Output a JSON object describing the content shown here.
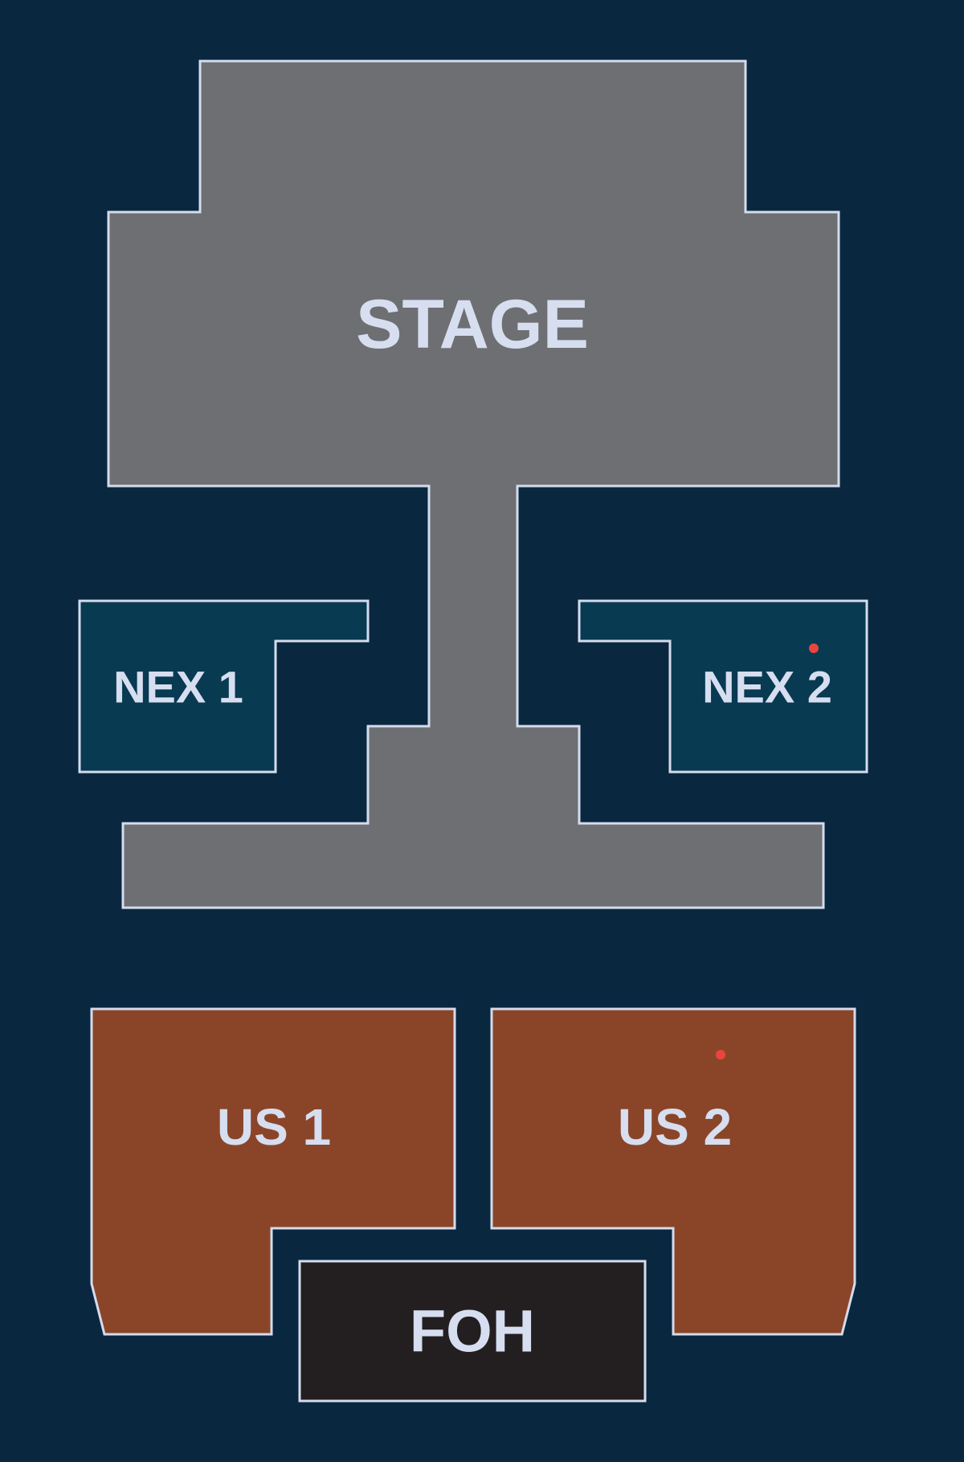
{
  "colors": {
    "background": "#0a2740",
    "outline": "#d4dcec",
    "label": "#d6def0",
    "stage": "#6e6f73",
    "nex": "#083a52",
    "us": "#8a4529",
    "foh": "#231f20",
    "marker": "#e8463c"
  },
  "zones": {
    "stage": {
      "label": "STAGE"
    },
    "nex_1": {
      "label": "NEX 1"
    },
    "nex_2": {
      "label": "NEX 2"
    },
    "us_1": {
      "label": "US 1"
    },
    "us_2": {
      "label": "US 2"
    },
    "foh": {
      "label": "FOH"
    }
  }
}
